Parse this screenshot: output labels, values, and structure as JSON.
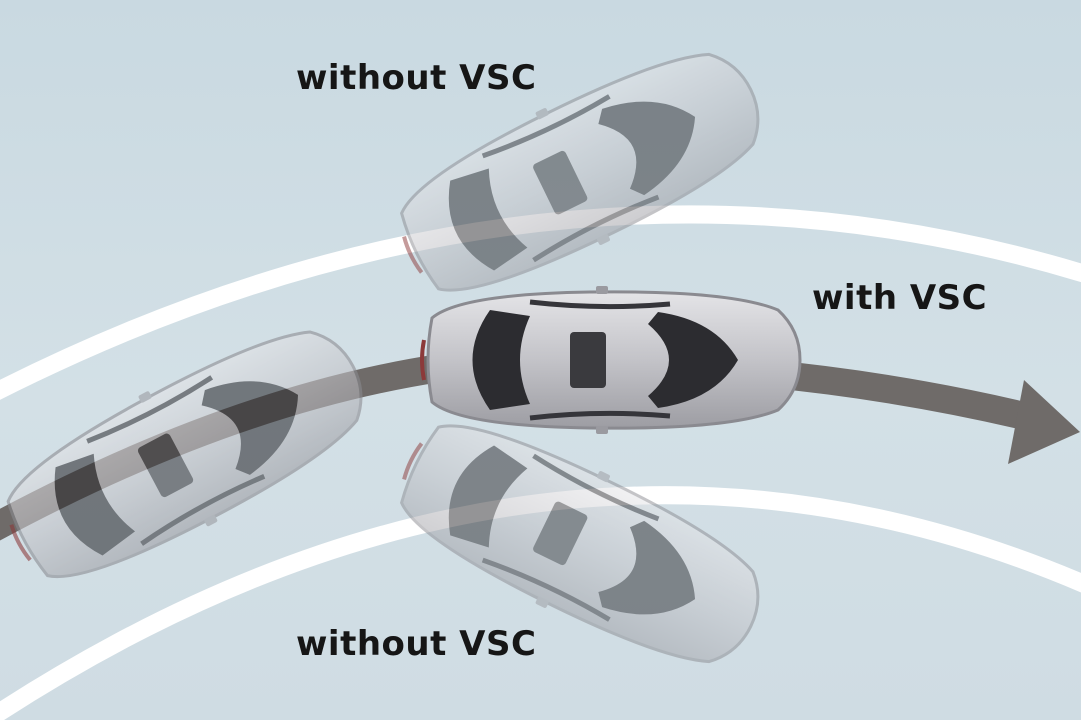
{
  "labels": {
    "without_top": "without VSC",
    "with": "with VSC",
    "without_bottom": "without VSC"
  },
  "colors": {
    "background": "#cfdde4",
    "lane_lines": "#ffffff",
    "path_arrow": "#6f6b69",
    "car_body": "#c8c8cc",
    "glass": "#2b2b2e"
  }
}
